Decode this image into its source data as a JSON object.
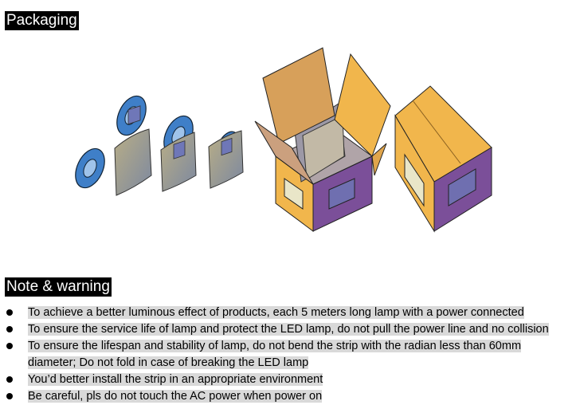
{
  "sections": {
    "packaging": {
      "title": "Packaging"
    },
    "notes": {
      "title": "Note & warning",
      "items": [
        {
          "text": "To achieve a better luminous effect of products, each 5 meters long lamp with a power connected"
        },
        {
          "text": "To ensure the service life of lamp and protect the LED lamp, do not pull the power line and no collision"
        },
        {
          "text": "To ensure the lifespan and stability of lamp, do not bend the strip with the radian less than 60mm",
          "text2": "diameter; Do not fold in case of breaking the LED lamp"
        },
        {
          "text": "You’d better install the strip in an appropriate environment"
        },
        {
          "text": "Be careful, pls do not touch the AC power when power on"
        }
      ]
    }
  },
  "colors": {
    "heading_bg": "#000000",
    "heading_text": "#ffffff",
    "highlight": "#d9d9d9",
    "reel": "#3f7fc8",
    "bag": "#9c9a7a",
    "box_top": "#f1b64c",
    "box_side": "#7b4f99",
    "box_flap": "#d7a05a"
  }
}
